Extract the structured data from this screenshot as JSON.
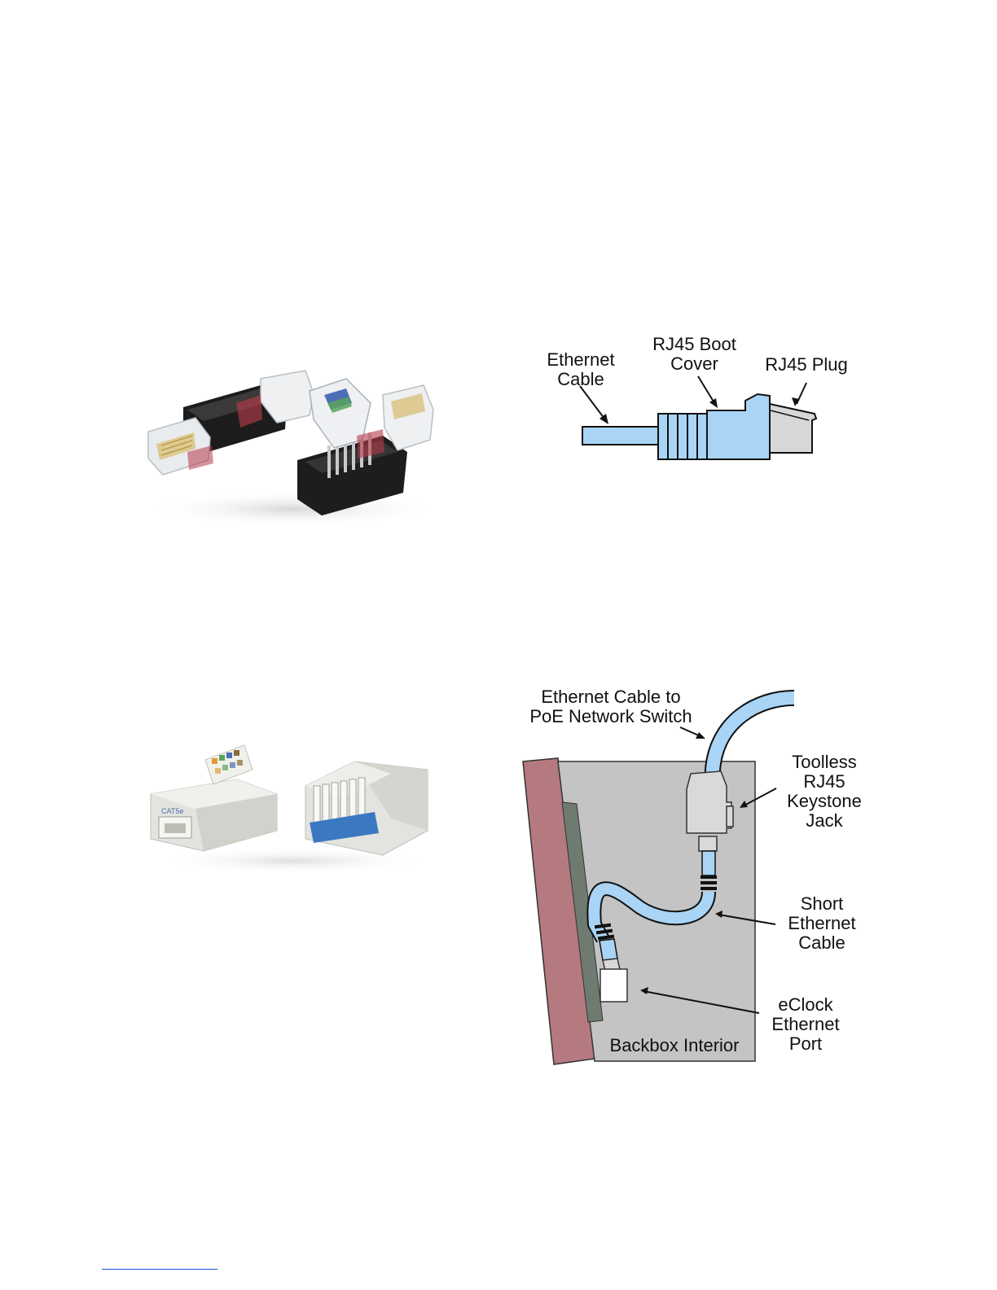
{
  "plug_diagram": {
    "labels": {
      "ethernet_cable": [
        "Ethernet",
        "Cable"
      ],
      "boot_cover": [
        "RJ45 Boot",
        "Cover"
      ],
      "rj45_plug": [
        "RJ45 Plug"
      ]
    },
    "colors": {
      "cable": "#a9d4f5",
      "plug": "#d7d7d7",
      "stroke": "#111111"
    }
  },
  "backbox_diagram": {
    "labels": {
      "uplink_cable": [
        "Ethernet Cable to",
        "PoE Network Switch"
      ],
      "keystone_jack": [
        "Toolless",
        "RJ45",
        "Keystone",
        "Jack"
      ],
      "short_cable": [
        "Short",
        "Ethernet",
        "Cable"
      ],
      "eclock_port": [
        "eClock",
        "Ethernet",
        "Port"
      ],
      "interior": "Backbox Interior"
    },
    "colors": {
      "wall": "#b47a80",
      "backbox": "#c4c4c4",
      "panel": "#6f7a70",
      "cable": "#a9d4f5",
      "jack": "#d9d9d9"
    }
  },
  "photos": {
    "toolless_plugs": "toolless-rj45-plug-photo",
    "keystone_jacks": "toolless-keystone-jack-photo",
    "jack_marking": "CAT5e"
  }
}
